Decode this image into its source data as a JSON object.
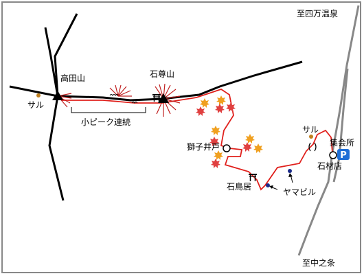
{
  "labels": {
    "to_shimanto_onsen": "至四万温泉",
    "to_nakanojo": "至中之条",
    "takata_yama": "高田山",
    "sekison_san": "石尊山",
    "saru_left": "サル",
    "saru_right": "サル",
    "small_peaks": "小ピーク連続",
    "shishi_ido": "獅子井戸",
    "ishi_torii": "石鳥居",
    "yamabiru": "ヤマビル",
    "meeting_hall": "集会所",
    "stone_shop": "石材店",
    "parking": "P"
  },
  "colors": {
    "road": "#888888",
    "ridge": "#000000",
    "trail": "#e0201c",
    "autumn_leaf": "#f0a020",
    "red_leaf": "#e04040",
    "parking_bg": "#1e6ed6",
    "monkey_dot": "#c08020",
    "leech_dot": "#1a2a8a"
  },
  "icons": {
    "peak": "triangle-peak-icon",
    "torii": "torii-gate-icon",
    "leaf": "maple-leaf-icon",
    "well": "well-circle-icon",
    "parking": "parking-icon"
  }
}
